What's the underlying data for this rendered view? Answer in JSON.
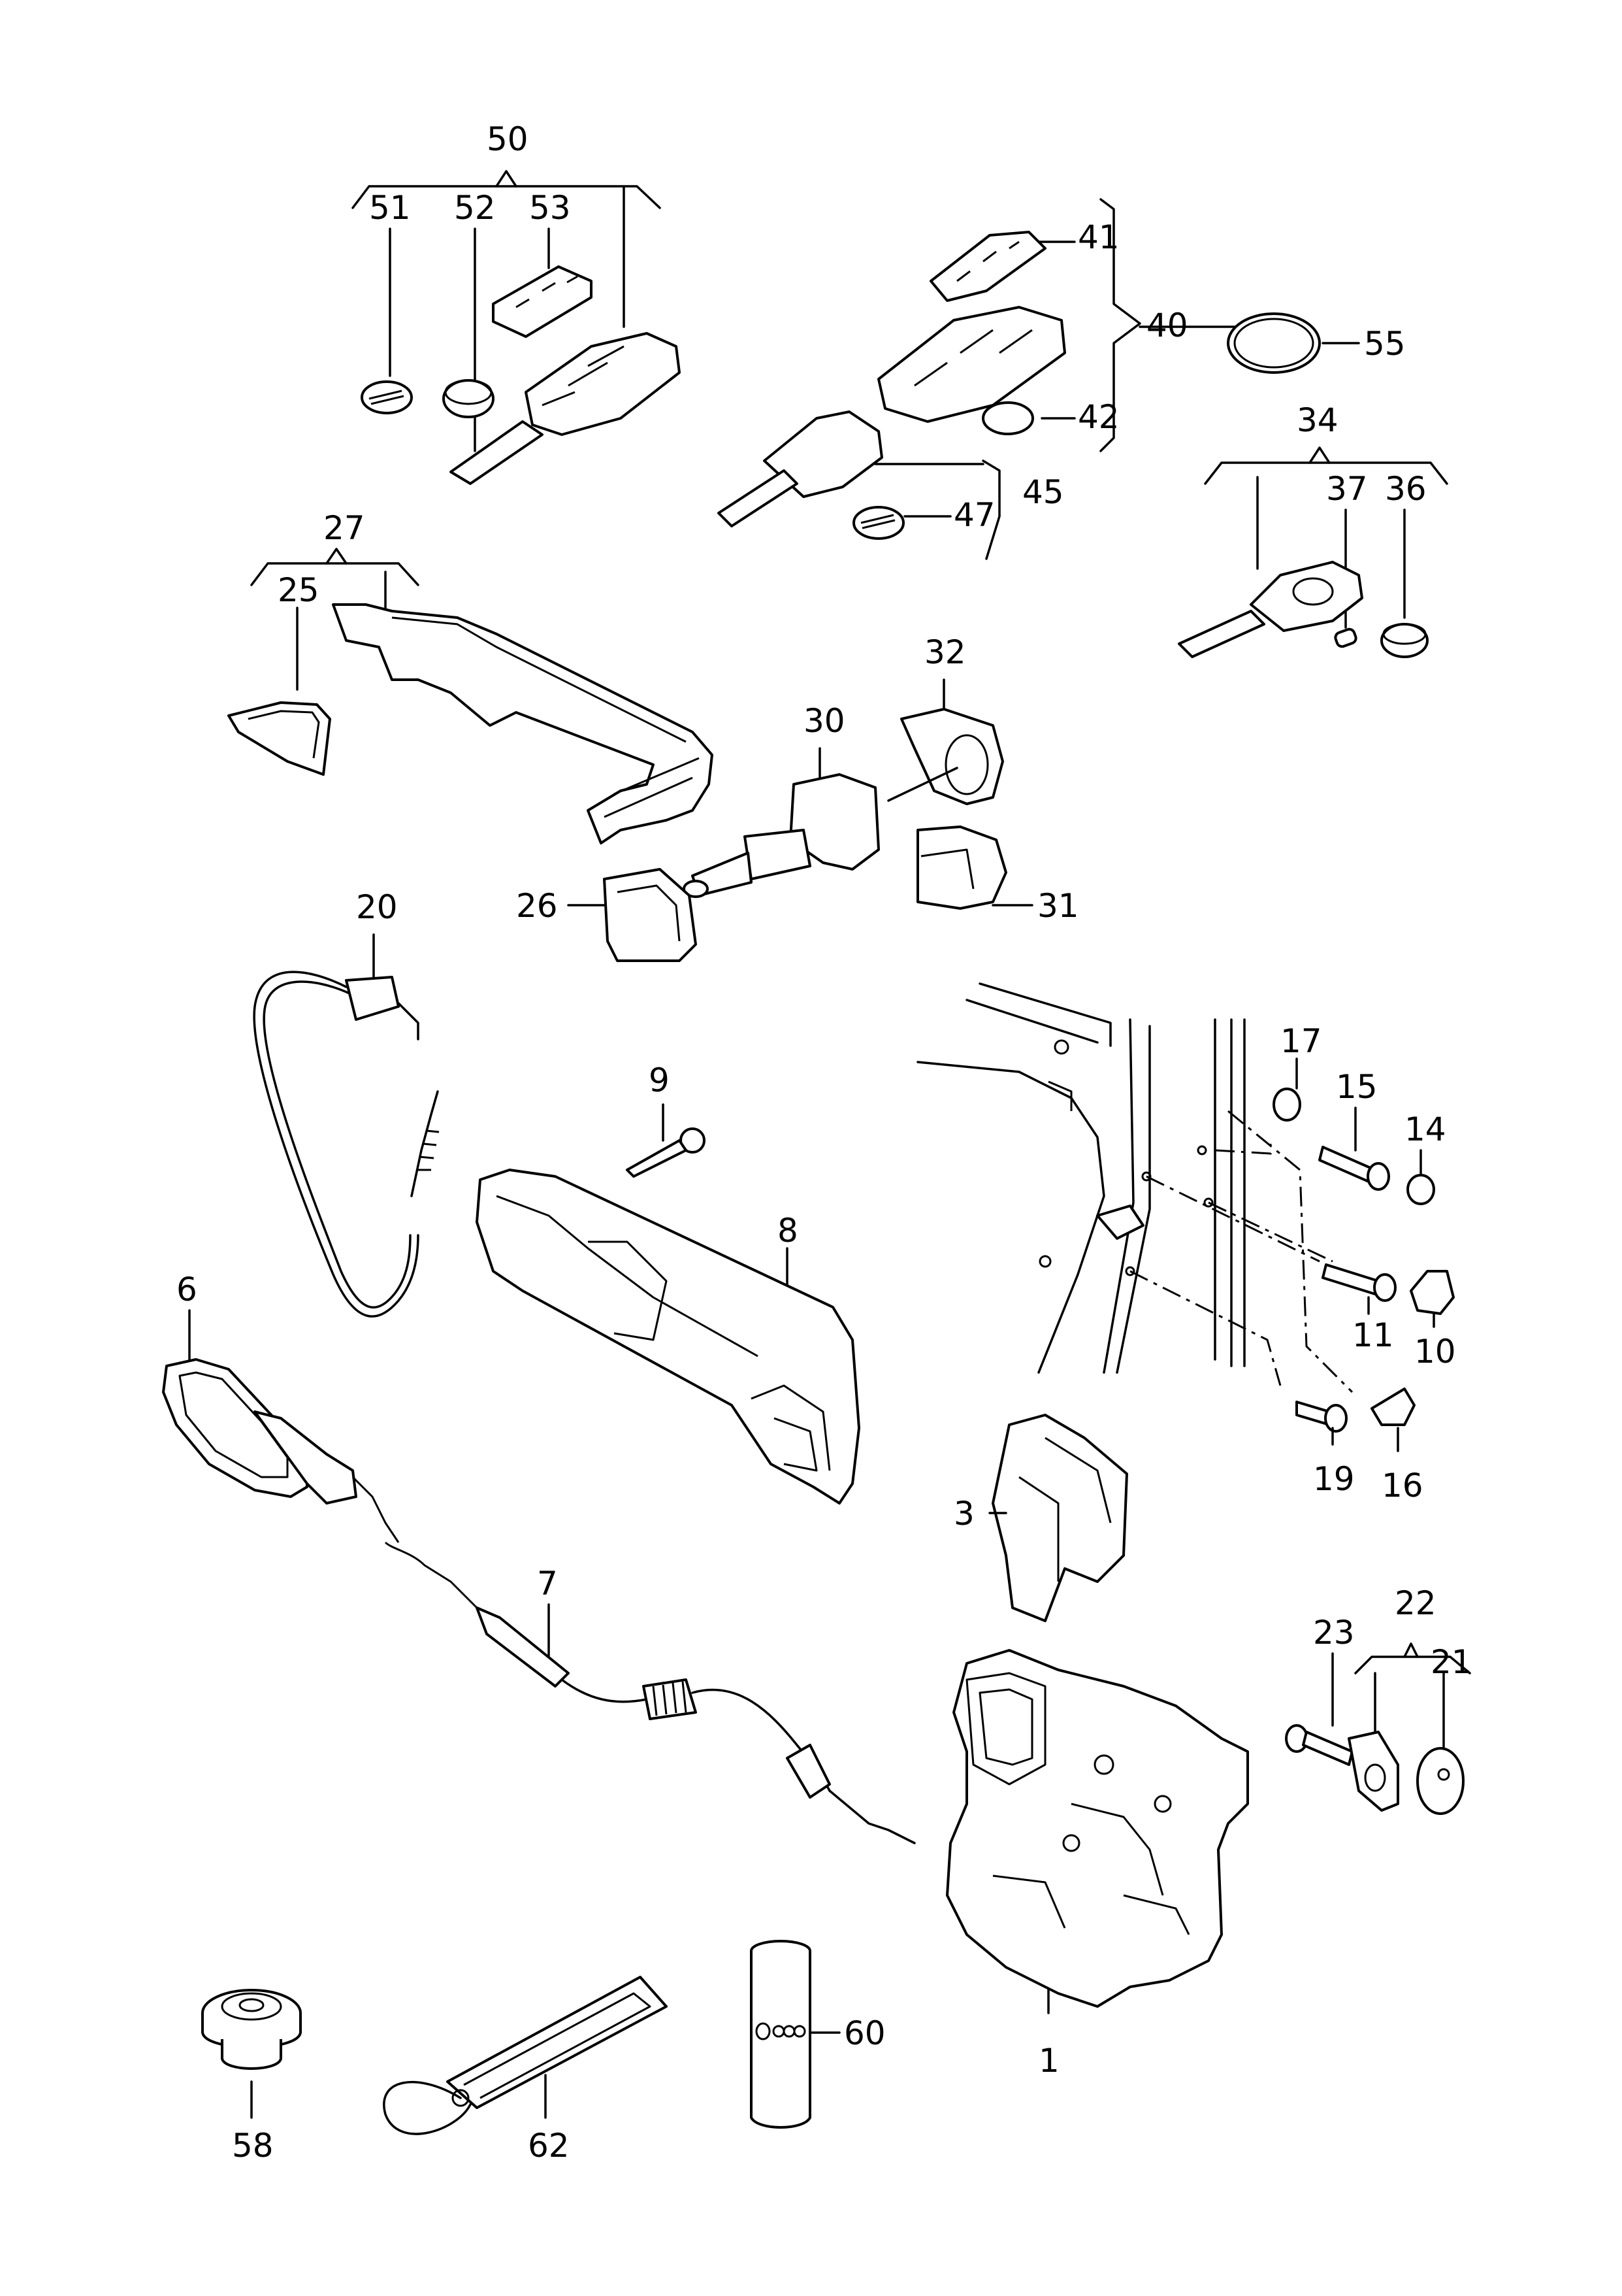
{
  "labels": {
    "l50": "50",
    "l51": "51",
    "l52": "52",
    "l53": "53",
    "l41": "41",
    "l40": "40",
    "l42": "42",
    "l45": "45",
    "l47": "47",
    "l55": "55",
    "l34": "34",
    "l37": "37",
    "l36": "36",
    "l27": "27",
    "l25": "25",
    "l32": "32",
    "l30": "30",
    "l26": "26",
    "l31": "31",
    "l20": "20",
    "l9": "9",
    "l8": "8",
    "l17": "17",
    "l15": "15",
    "l14": "14",
    "l11": "11",
    "l10": "10",
    "l19": "19",
    "l16": "16",
    "l6": "6",
    "l3": "3",
    "l7": "7",
    "l23": "23",
    "l22": "22",
    "l21": "21",
    "l1": "1",
    "l58": "58",
    "l62": "62",
    "l60": "60"
  }
}
